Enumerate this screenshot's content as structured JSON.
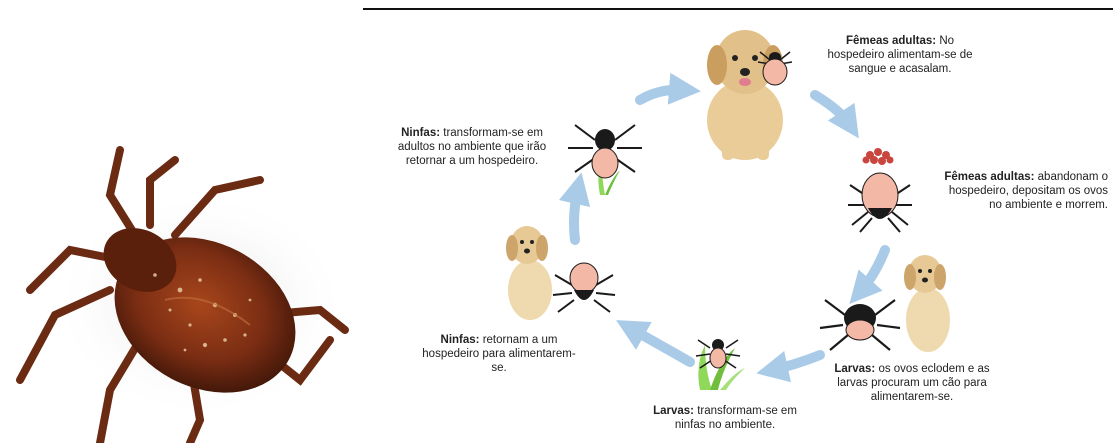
{
  "captions": [
    {
      "id": "adult-females-feeding",
      "label": "Fêmeas adultas:",
      "text": "No hospedeiro alimentam-se de sangue e acasalam."
    },
    {
      "id": "adult-females-laying",
      "label": "Fêmeas adultas:",
      "text": "abandonam o hospedeiro, depositam os ovos no ambiente e morrem."
    },
    {
      "id": "larvae-hatching",
      "label": "Larvas:",
      "text": "os ovos eclodem e as larvas procuram um cão para alimentarem-se."
    },
    {
      "id": "larvae-molting",
      "label": "Larvas:",
      "text": "transformam-se em ninfas no ambiente."
    },
    {
      "id": "nymphs-feeding",
      "label": "Ninfas:",
      "text": "retornam a um hospedeiro para alimentarem-se."
    },
    {
      "id": "nymphs-molting",
      "label": "Ninfas:",
      "text": "transformam-se em adultos no ambiente que irão retornar a um hospedeiro."
    }
  ],
  "colors": {
    "arrow": "#a9cbe8",
    "tick_leg": "#1a1a1a",
    "tick_body_pink": "#f3b8a6",
    "egg_cluster": "#c9463f",
    "dog": "#e2c08a",
    "grass": "#6fbf3d",
    "photo_tick": "#7a2d13"
  },
  "icons": [
    "tick-photo",
    "dog-icon",
    "tick-icon",
    "egg-cluster-icon",
    "grass-icon",
    "cycle-arrow-icon"
  ]
}
